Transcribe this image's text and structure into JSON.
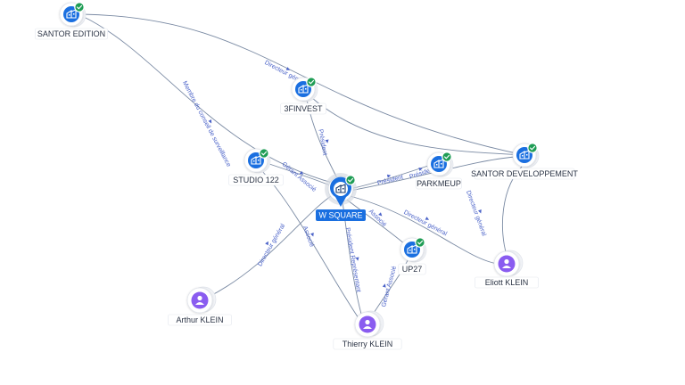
{
  "graph": {
    "center": {
      "id": "wsquare",
      "label": "W SQUARE"
    },
    "companies": [
      {
        "id": "santor_edition",
        "label": "SANTOR EDITION",
        "verified": true
      },
      {
        "id": "3finvest",
        "label": "3FINVEST",
        "verified": true
      },
      {
        "id": "studio122",
        "label": "STUDIO 122",
        "verified": true
      },
      {
        "id": "parkmeup",
        "label": "PARKMEUP",
        "verified": true
      },
      {
        "id": "santor_dev",
        "label": "SANTOR DEVELOPPEMENT",
        "verified": true
      },
      {
        "id": "up27",
        "label": "UP27",
        "verified": true
      }
    ],
    "persons": [
      {
        "id": "arthur",
        "label": "Arthur KLEIN"
      },
      {
        "id": "thierry",
        "label": "Thierry KLEIN"
      },
      {
        "id": "eliott",
        "label": "Eliott KLEIN"
      }
    ],
    "edges": [
      {
        "from": "santor_edition",
        "to": "santor_dev",
        "label": "Directeur général"
      },
      {
        "from": "santor_edition",
        "to": "wsquare",
        "label": "Membre du conseil de surveillance"
      },
      {
        "from": "3finvest",
        "to": "santor_dev",
        "label": ""
      },
      {
        "from": "3finvest",
        "to": "wsquare",
        "label": "Président"
      },
      {
        "from": "studio122",
        "to": "wsquare",
        "label": "Gérant Associé"
      },
      {
        "from": "studio122",
        "to": "thierry",
        "label": "Associé"
      },
      {
        "from": "wsquare",
        "to": "parkmeup",
        "label": "Président"
      },
      {
        "from": "wsquare",
        "to": "santor_dev",
        "label": "Président"
      },
      {
        "from": "wsquare",
        "to": "up27",
        "label": "Associé"
      },
      {
        "from": "wsquare",
        "to": "eliott",
        "label": "Directeur général"
      },
      {
        "from": "santor_dev",
        "to": "eliott",
        "label": "Directeur général"
      },
      {
        "from": "arthur",
        "to": "wsquare",
        "label": "Directeur général"
      },
      {
        "from": "thierry",
        "to": "wsquare",
        "label": "Président Représentant"
      },
      {
        "from": "thierry",
        "to": "up27",
        "label": "Gérant Associé"
      }
    ]
  }
}
